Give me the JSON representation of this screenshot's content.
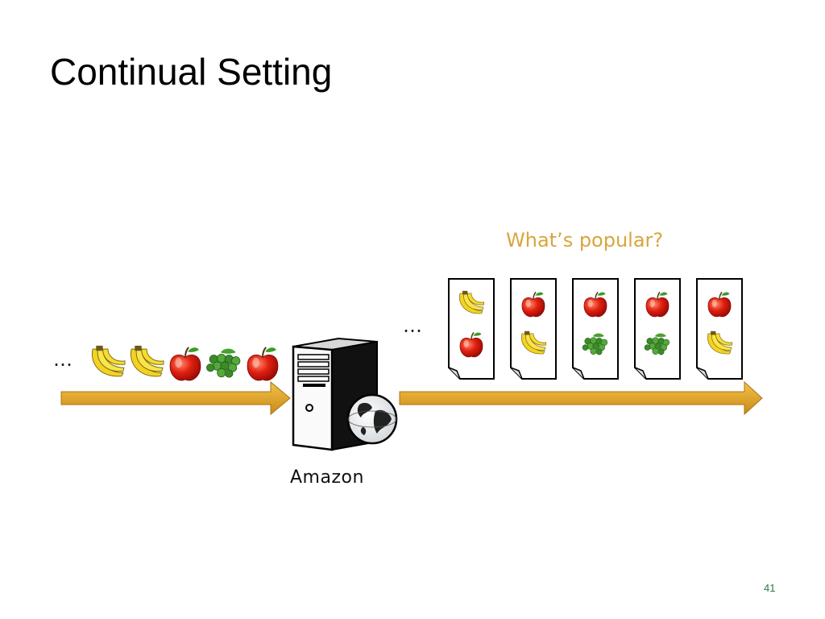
{
  "slide": {
    "title": "Continual Setting",
    "page_number": "41"
  },
  "diagram": {
    "question": "What’s popular?",
    "server_label": "Amazon",
    "ellipsis": "…",
    "incoming_stream": [
      "banana-icon",
      "banana-icon",
      "apple-icon",
      "grapes-icon",
      "apple-icon"
    ],
    "output_documents": [
      [
        "banana-icon",
        "apple-icon"
      ],
      [
        "apple-icon",
        "banana-icon"
      ],
      [
        "apple-icon",
        "grapes-icon"
      ],
      [
        "apple-icon",
        "grapes-icon"
      ],
      [
        "apple-icon",
        "banana-icon"
      ]
    ],
    "colors": {
      "arrow": "#e3a52a",
      "question_text": "#d9a53c",
      "page_number": "#2a7a4a"
    }
  }
}
